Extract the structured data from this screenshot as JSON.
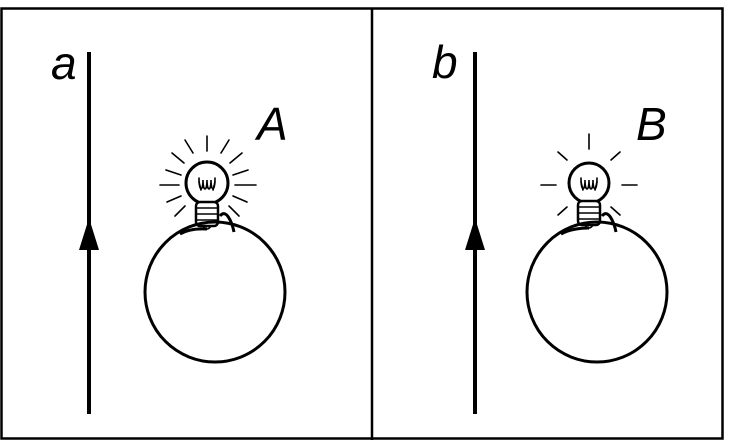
{
  "panels": [
    {
      "wire_label": "a",
      "bulb_label": "A",
      "current_direction": "up",
      "ray_count": 12
    },
    {
      "wire_label": "b",
      "bulb_label": "B",
      "current_direction": "up",
      "ray_count": 6
    }
  ]
}
